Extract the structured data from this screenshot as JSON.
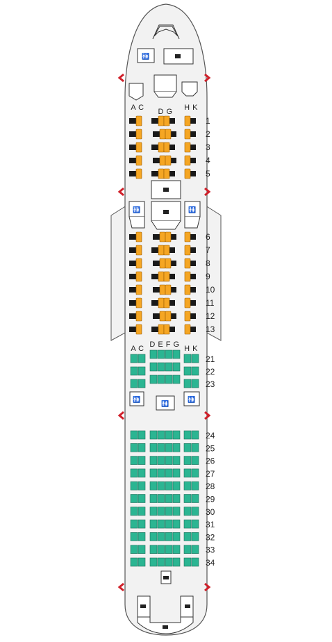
{
  "colors": {
    "fuselage_fill": "#f2f2f2",
    "fuselage_stroke": "#555555",
    "business_seat": "#f5a623",
    "business_shell": "#1a1a1a",
    "economy_seat": "#2bb592",
    "economy_stroke": "#1f6f5a",
    "exit_arrow": "#d0202a"
  },
  "business": {
    "left_columns": "A C",
    "center_columns": "D G",
    "right_columns": "H K",
    "rows": [
      "1",
      "2",
      "3",
      "4",
      "5",
      "6",
      "7",
      "8",
      "9",
      "10",
      "11",
      "12",
      "13"
    ]
  },
  "economy": {
    "left_columns": "A C",
    "center_columns": "D E F G",
    "right_columns": "H K",
    "rows": [
      "21",
      "22",
      "23",
      "24",
      "25",
      "26",
      "27",
      "28",
      "29",
      "30",
      "31",
      "32",
      "33",
      "34"
    ]
  },
  "icons": {
    "lavatory": "lavatory-icon",
    "galley": "galley-icon",
    "exit": "exit-arrow-icon"
  }
}
